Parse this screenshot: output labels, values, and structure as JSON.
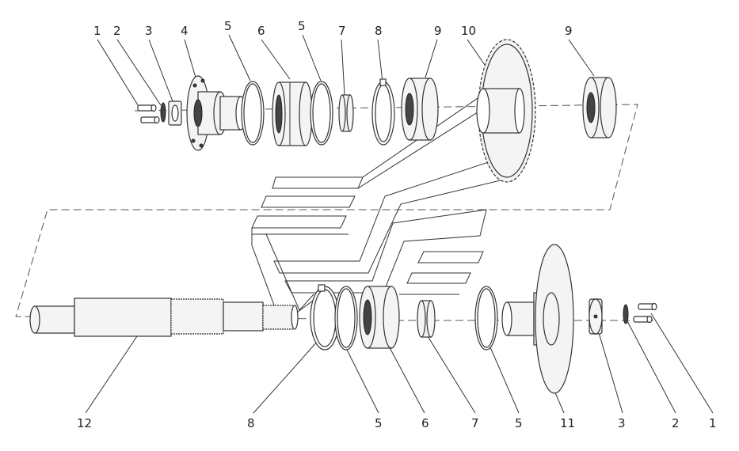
{
  "callouts_top": [
    "1",
    "2",
    "3",
    "4",
    "5",
    "6",
    "5",
    "7",
    "8",
    "9",
    "10",
    "9"
  ],
  "callouts_bottom": [
    "12",
    "8",
    "5",
    "6",
    "7",
    "5",
    "11",
    "3",
    "2",
    "1"
  ]
}
